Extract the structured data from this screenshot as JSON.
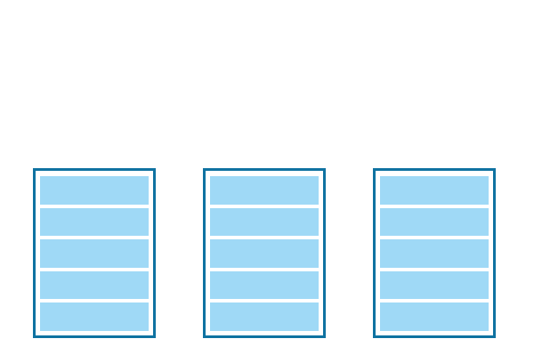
{
  "colors": {
    "background": "#ffffff",
    "frame_border": "#0f72a1",
    "slot_fill": "#9fd9f6"
  },
  "stacks": [
    {
      "slots": 5
    },
    {
      "slots": 5
    },
    {
      "slots": 5
    }
  ]
}
